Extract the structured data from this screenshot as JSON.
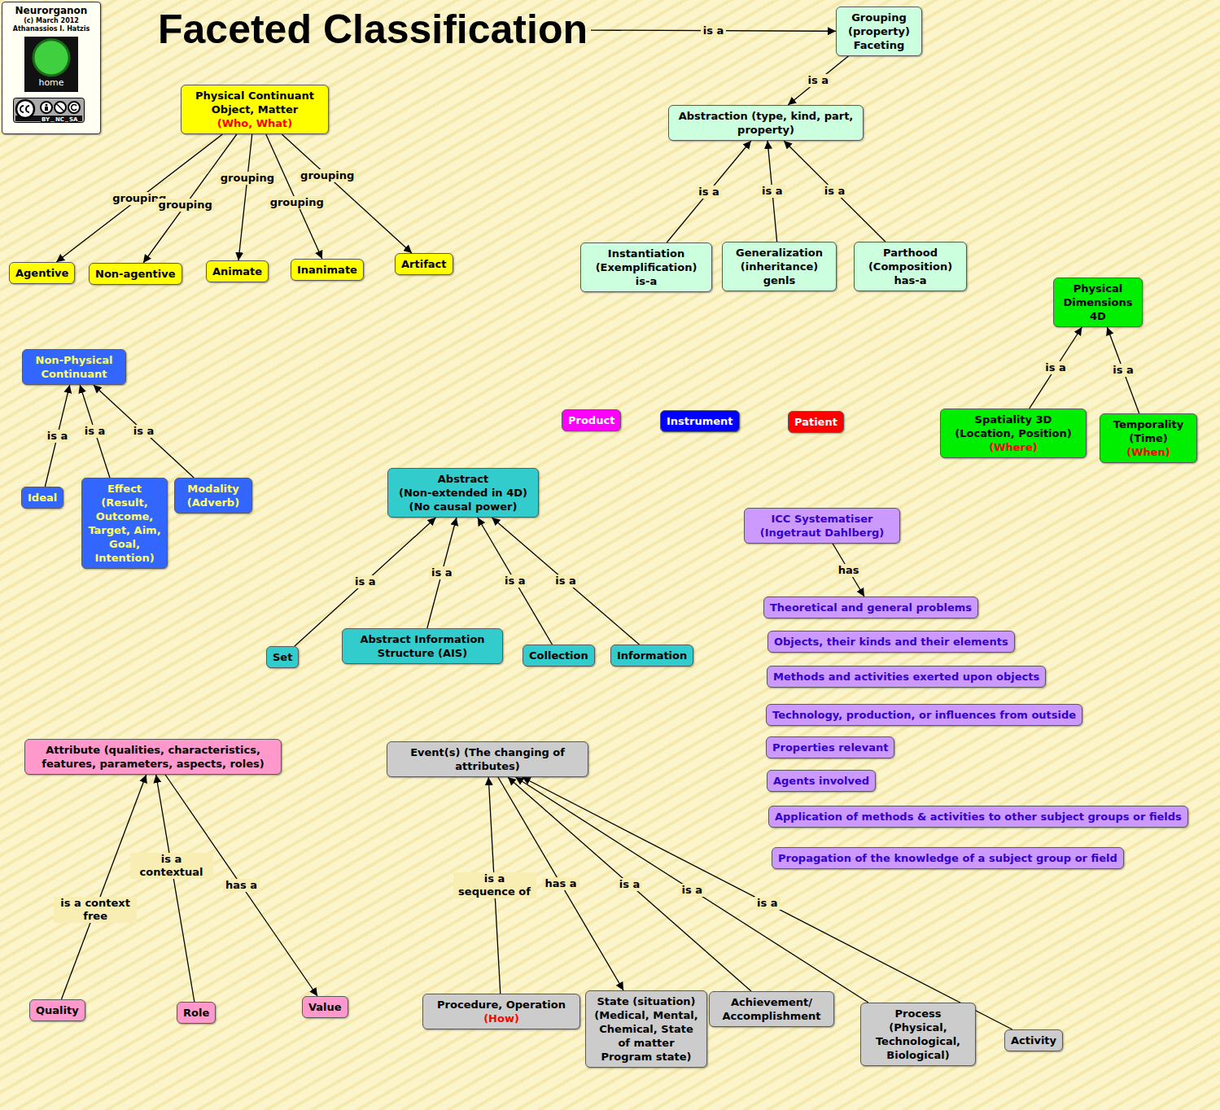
{
  "diagram": {
    "nodes": [
      {
        "text": [
          "Faceted Classification"
        ]
      },
      {
        "text": [
          "Neurorganon",
          "(c) March 2012",
          "Athanassios I. Hatzis",
          "home"
        ]
      },
      {
        "text": [
          "Grouping (property) Faceting"
        ]
      },
      {
        "text": [
          "Abstraction (type, kind, part, property)"
        ]
      },
      {
        "text": [
          "Instantiation (Exemplification) is-a"
        ]
      },
      {
        "text": [
          "Generalization (inheritance) genls"
        ]
      },
      {
        "text": [
          "Parthood (Composition) has-a"
        ]
      },
      {
        "text": [
          "Physical Continuant Object, Matter",
          "(Who, What)"
        ]
      },
      {
        "text": [
          "Agentive"
        ]
      },
      {
        "text": [
          "Non-agentive"
        ]
      },
      {
        "text": [
          "Animate"
        ]
      },
      {
        "text": [
          "Inanimate"
        ]
      },
      {
        "text": [
          "Artifact"
        ]
      },
      {
        "text": [
          "Physical Dimensions 4D"
        ]
      },
      {
        "text": [
          "Spatiality 3D (Location, Position)",
          "(Where)"
        ]
      },
      {
        "text": [
          "Temporality (Time)",
          "(When)"
        ]
      },
      {
        "text": [
          "Non-Physical Continuant"
        ]
      },
      {
        "text": [
          "Ideal"
        ]
      },
      {
        "text": [
          "Effect (Result, Outcome, Target, Aim, Goal, Intention)"
        ]
      },
      {
        "text": [
          "Modality (Adverb)"
        ]
      },
      {
        "text": [
          "Product"
        ]
      },
      {
        "text": [
          "Instrument"
        ]
      },
      {
        "text": [
          "Patient"
        ]
      },
      {
        "text": [
          "Abstract (Non-extended in 4D) (No causal power)"
        ]
      },
      {
        "text": [
          "Set"
        ]
      },
      {
        "text": [
          "Abstract Information Structure (AIS)"
        ]
      },
      {
        "text": [
          "Collection"
        ]
      },
      {
        "text": [
          "Information"
        ]
      },
      {
        "text": [
          "ICC Systematiser (Ingetraut Dahlberg)"
        ]
      },
      {
        "text": [
          "Theoretical and general problems"
        ]
      },
      {
        "text": [
          "Objects, their kinds and their elements"
        ]
      },
      {
        "text": [
          "Methods and activities exerted upon objects"
        ]
      },
      {
        "text": [
          "Technology, production, or influences from outside"
        ]
      },
      {
        "text": [
          "Properties relevant"
        ]
      },
      {
        "text": [
          "Agents involved"
        ]
      },
      {
        "text": [
          "Application of methods & activities to other subject groups or fields"
        ]
      },
      {
        "text": [
          "Propagation of the knowledge of a subject group or field"
        ]
      },
      {
        "text": [
          "Attribute (qualities, characteristics, features, parameters, aspects, roles)"
        ]
      },
      {
        "text": [
          "Quality"
        ]
      },
      {
        "text": [
          "Role"
        ]
      },
      {
        "text": [
          "Value"
        ]
      },
      {
        "text": [
          "Event(s) (The changing of attributes)"
        ]
      },
      {
        "text": [
          "Procedure, Operation",
          "(How)"
        ]
      },
      {
        "text": [
          "State (situation) (Medical, Mental, Chemical, State of matter Program state)"
        ]
      },
      {
        "text": [
          "Achievement/ Accomplishment"
        ]
      },
      {
        "text": [
          "Process (Physical, Technological, Biological)"
        ]
      },
      {
        "text": [
          "Activity"
        ]
      }
    ],
    "edges": [
      {
        "from": 0,
        "to": 2,
        "label": "is a",
        "arrow": "to"
      },
      {
        "from": 2,
        "to": 3,
        "label": "is a",
        "arrow": "to"
      },
      {
        "from": 4,
        "to": 3,
        "label": "is a",
        "arrow": "to"
      },
      {
        "from": 5,
        "to": 3,
        "label": "is a",
        "arrow": "to"
      },
      {
        "from": 6,
        "to": 3,
        "label": "is a",
        "arrow": "to"
      },
      {
        "from": 7,
        "to": 8,
        "label": "grouping",
        "arrow": "to"
      },
      {
        "from": 7,
        "to": 9,
        "label": "grouping",
        "arrow": "to"
      },
      {
        "from": 7,
        "to": 10,
        "label": "grouping",
        "arrow": "to"
      },
      {
        "from": 7,
        "to": 11,
        "label": "grouping",
        "arrow": "to"
      },
      {
        "from": 7,
        "to": 12,
        "label": "grouping",
        "arrow": "to"
      },
      {
        "from": 14,
        "to": 13,
        "label": "is a",
        "arrow": "to"
      },
      {
        "from": 15,
        "to": 13,
        "label": "is a",
        "arrow": "to"
      },
      {
        "from": 17,
        "to": 16,
        "label": "is a",
        "arrow": "to"
      },
      {
        "from": 18,
        "to": 16,
        "label": "is a",
        "arrow": "to"
      },
      {
        "from": 19,
        "to": 16,
        "label": "is a",
        "arrow": "to"
      },
      {
        "from": 24,
        "to": 23,
        "label": "is a",
        "arrow": "to"
      },
      {
        "from": 25,
        "to": 23,
        "label": "is a",
        "arrow": "to"
      },
      {
        "from": 26,
        "to": 23,
        "label": "is a",
        "arrow": "to"
      },
      {
        "from": 27,
        "to": 23,
        "label": "is a",
        "arrow": "to"
      },
      {
        "from": 28,
        "to": 29,
        "label": "has",
        "arrow": "to"
      },
      {
        "from": 38,
        "to": 37,
        "label": "is a context free",
        "arrow": "to"
      },
      {
        "from": 39,
        "to": 37,
        "label": "is a contextual",
        "arrow": "to"
      },
      {
        "from": 37,
        "to": 40,
        "label": "has a",
        "arrow": "to"
      },
      {
        "from": 42,
        "to": 41,
        "label": "is a sequence of",
        "arrow": "to"
      },
      {
        "from": 41,
        "to": 43,
        "label": "has a",
        "arrow": "to"
      },
      {
        "from": 44,
        "to": 41,
        "label": "is a",
        "arrow": "to"
      },
      {
        "from": 45,
        "to": 41,
        "label": "is a",
        "arrow": "to"
      },
      {
        "from": 46,
        "to": 41,
        "label": "is a",
        "arrow": "to"
      }
    ],
    "labels": [
      "BY",
      "NC",
      "SA"
    ]
  }
}
